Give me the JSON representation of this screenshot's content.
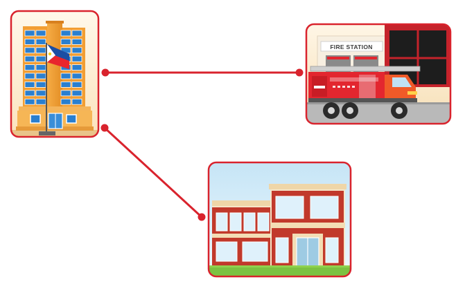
{
  "diagram": {
    "nodes": [
      {
        "id": "city-hall",
        "icon": "government-building-icon"
      },
      {
        "id": "fire-station",
        "icon": "fire-station-icon",
        "sign_text": "FIRE STATION"
      },
      {
        "id": "school",
        "icon": "school-building-icon"
      }
    ],
    "edges": [
      {
        "from": "city-hall",
        "to": "fire-station"
      },
      {
        "from": "city-hall",
        "to": "school"
      }
    ],
    "colors": {
      "border": "#d9232d",
      "connector": "#d9232d",
      "card_bg_warm": "#fdf0d8",
      "sky": "#cfe9f7",
      "brick": "#c1392b",
      "building_orange": "#f2a23a",
      "window_blue": "#3a8ed8",
      "truck_red": "#e3262f",
      "grass": "#7cc242"
    }
  }
}
